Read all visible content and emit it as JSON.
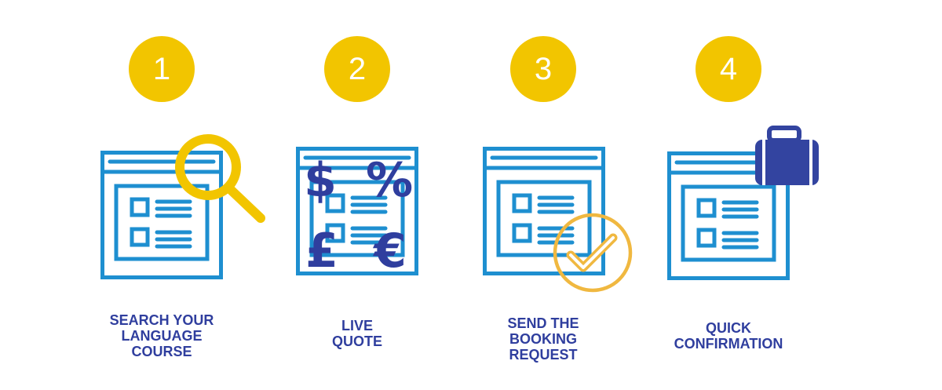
{
  "steps": [
    {
      "number": "1",
      "label_lines": [
        "SEARCH YOUR",
        "LANGUAGE",
        "COURSE"
      ],
      "icon": "magnifier-icon"
    },
    {
      "number": "2",
      "label_lines": [
        "LIVE",
        "QUOTE"
      ],
      "icon": "currency-icon",
      "symbols": [
        "$",
        "%",
        "£",
        "€"
      ]
    },
    {
      "number": "3",
      "label_lines": [
        "SEND THE",
        "BOOKING",
        "REQUEST"
      ],
      "icon": "checkmark-icon"
    },
    {
      "number": "4",
      "label_lines": [
        "QUICK",
        "CONFIRMATION"
      ],
      "icon": "suitcase-icon"
    }
  ],
  "colors": {
    "yellow": "#f2c500",
    "window_blue": "#1e8fd0",
    "text_blue": "#2f3e9e",
    "check_orange": "#f0b840"
  }
}
